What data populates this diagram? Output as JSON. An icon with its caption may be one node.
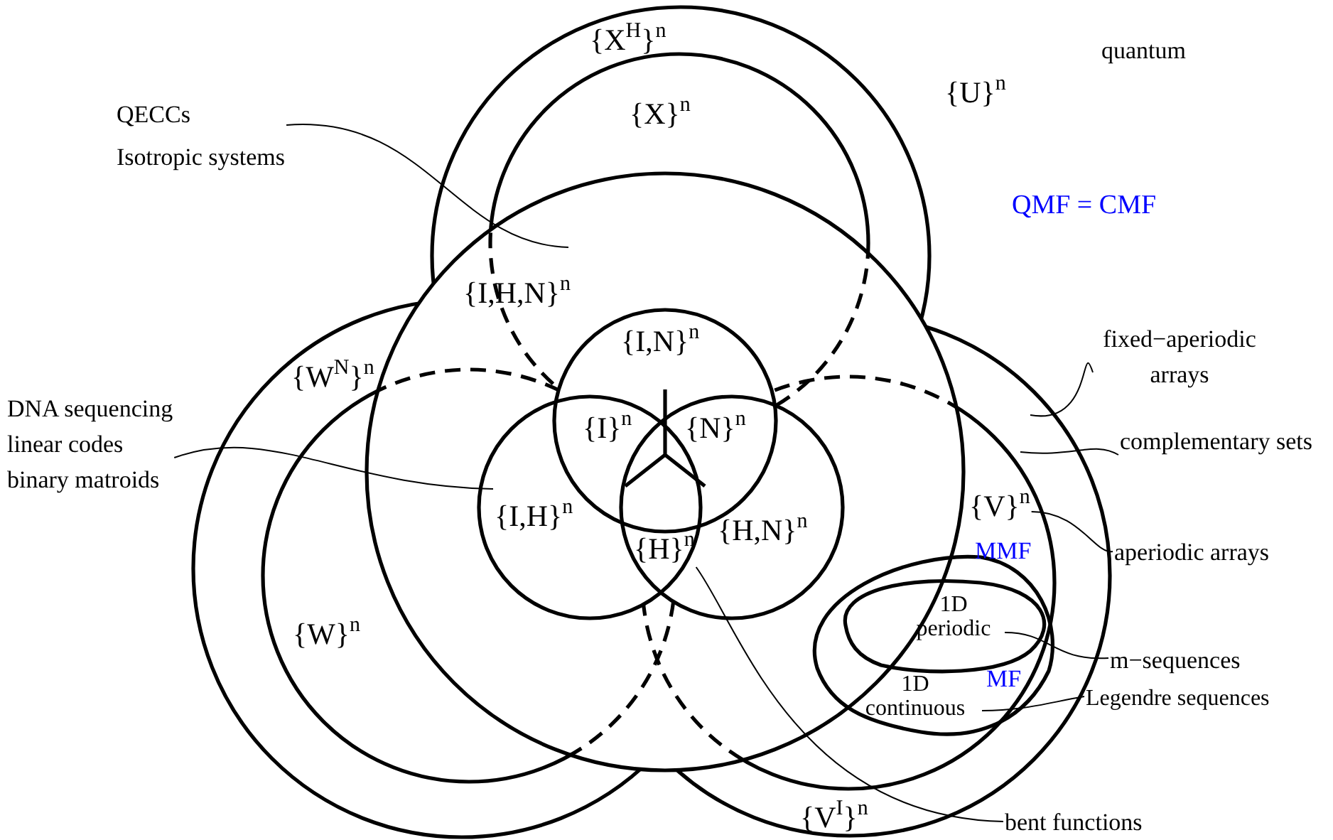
{
  "diagram": {
    "nodes": [
      {
        "text": [
          "QECCs",
          "Isotropic systems"
        ]
      },
      {
        "text": [
          "DNA sequencing",
          "linear codes",
          "binary matroids"
        ]
      },
      {
        "text": [
          "fixed−aperiodic arrays"
        ]
      },
      {
        "text": [
          "complementary sets"
        ]
      },
      {
        "text": [
          "aperiodic arrays"
        ]
      },
      {
        "text": [
          "m−sequences"
        ]
      },
      {
        "text": [
          "Legendre sequences"
        ]
      },
      {
        "text": [
          "bent functions"
        ]
      },
      {
        "text": [
          "{I,H}$^{n}$"
        ]
      },
      {
        "text": [
          "{H}$^{n}$"
        ]
      },
      {
        "text": [
          "{V}$^{n}$"
        ]
      },
      {
        "text": [
          "1D periodic"
        ]
      },
      {
        "text": [
          "1D continuous"
        ]
      }
    ],
    "edges": [
      {
        "from": 0,
        "to": null,
        "arrow": "none"
      },
      {
        "from": 1,
        "to": 8,
        "arrow": "none"
      },
      {
        "from": 2,
        "to": null,
        "arrow": "none"
      },
      {
        "from": 3,
        "to": null,
        "arrow": "none"
      },
      {
        "from": 4,
        "to": 10,
        "arrow": "none"
      },
      {
        "from": 5,
        "to": 11,
        "arrow": "none"
      },
      {
        "from": 6,
        "to": 12,
        "arrow": "none"
      },
      {
        "from": 7,
        "to": 9,
        "arrow": "none"
      }
    ],
    "labels": [
      "{X$^{H}$}$^{n}$",
      "{X}$^{n}$",
      "{U}$^{n}$",
      "quantum",
      "QMF = CMF",
      "{I,H,N}$^{n}$",
      "{W$^{N}$}$^{n}$",
      "{I,N}$^{n}$",
      "{I}$^{n}$",
      "{N}$^{n}$",
      "{H,N}$^{n}$",
      "MMF",
      "{W}$^{n}$",
      "MF",
      "{V$^{I}$}$^{n}$"
    ]
  }
}
